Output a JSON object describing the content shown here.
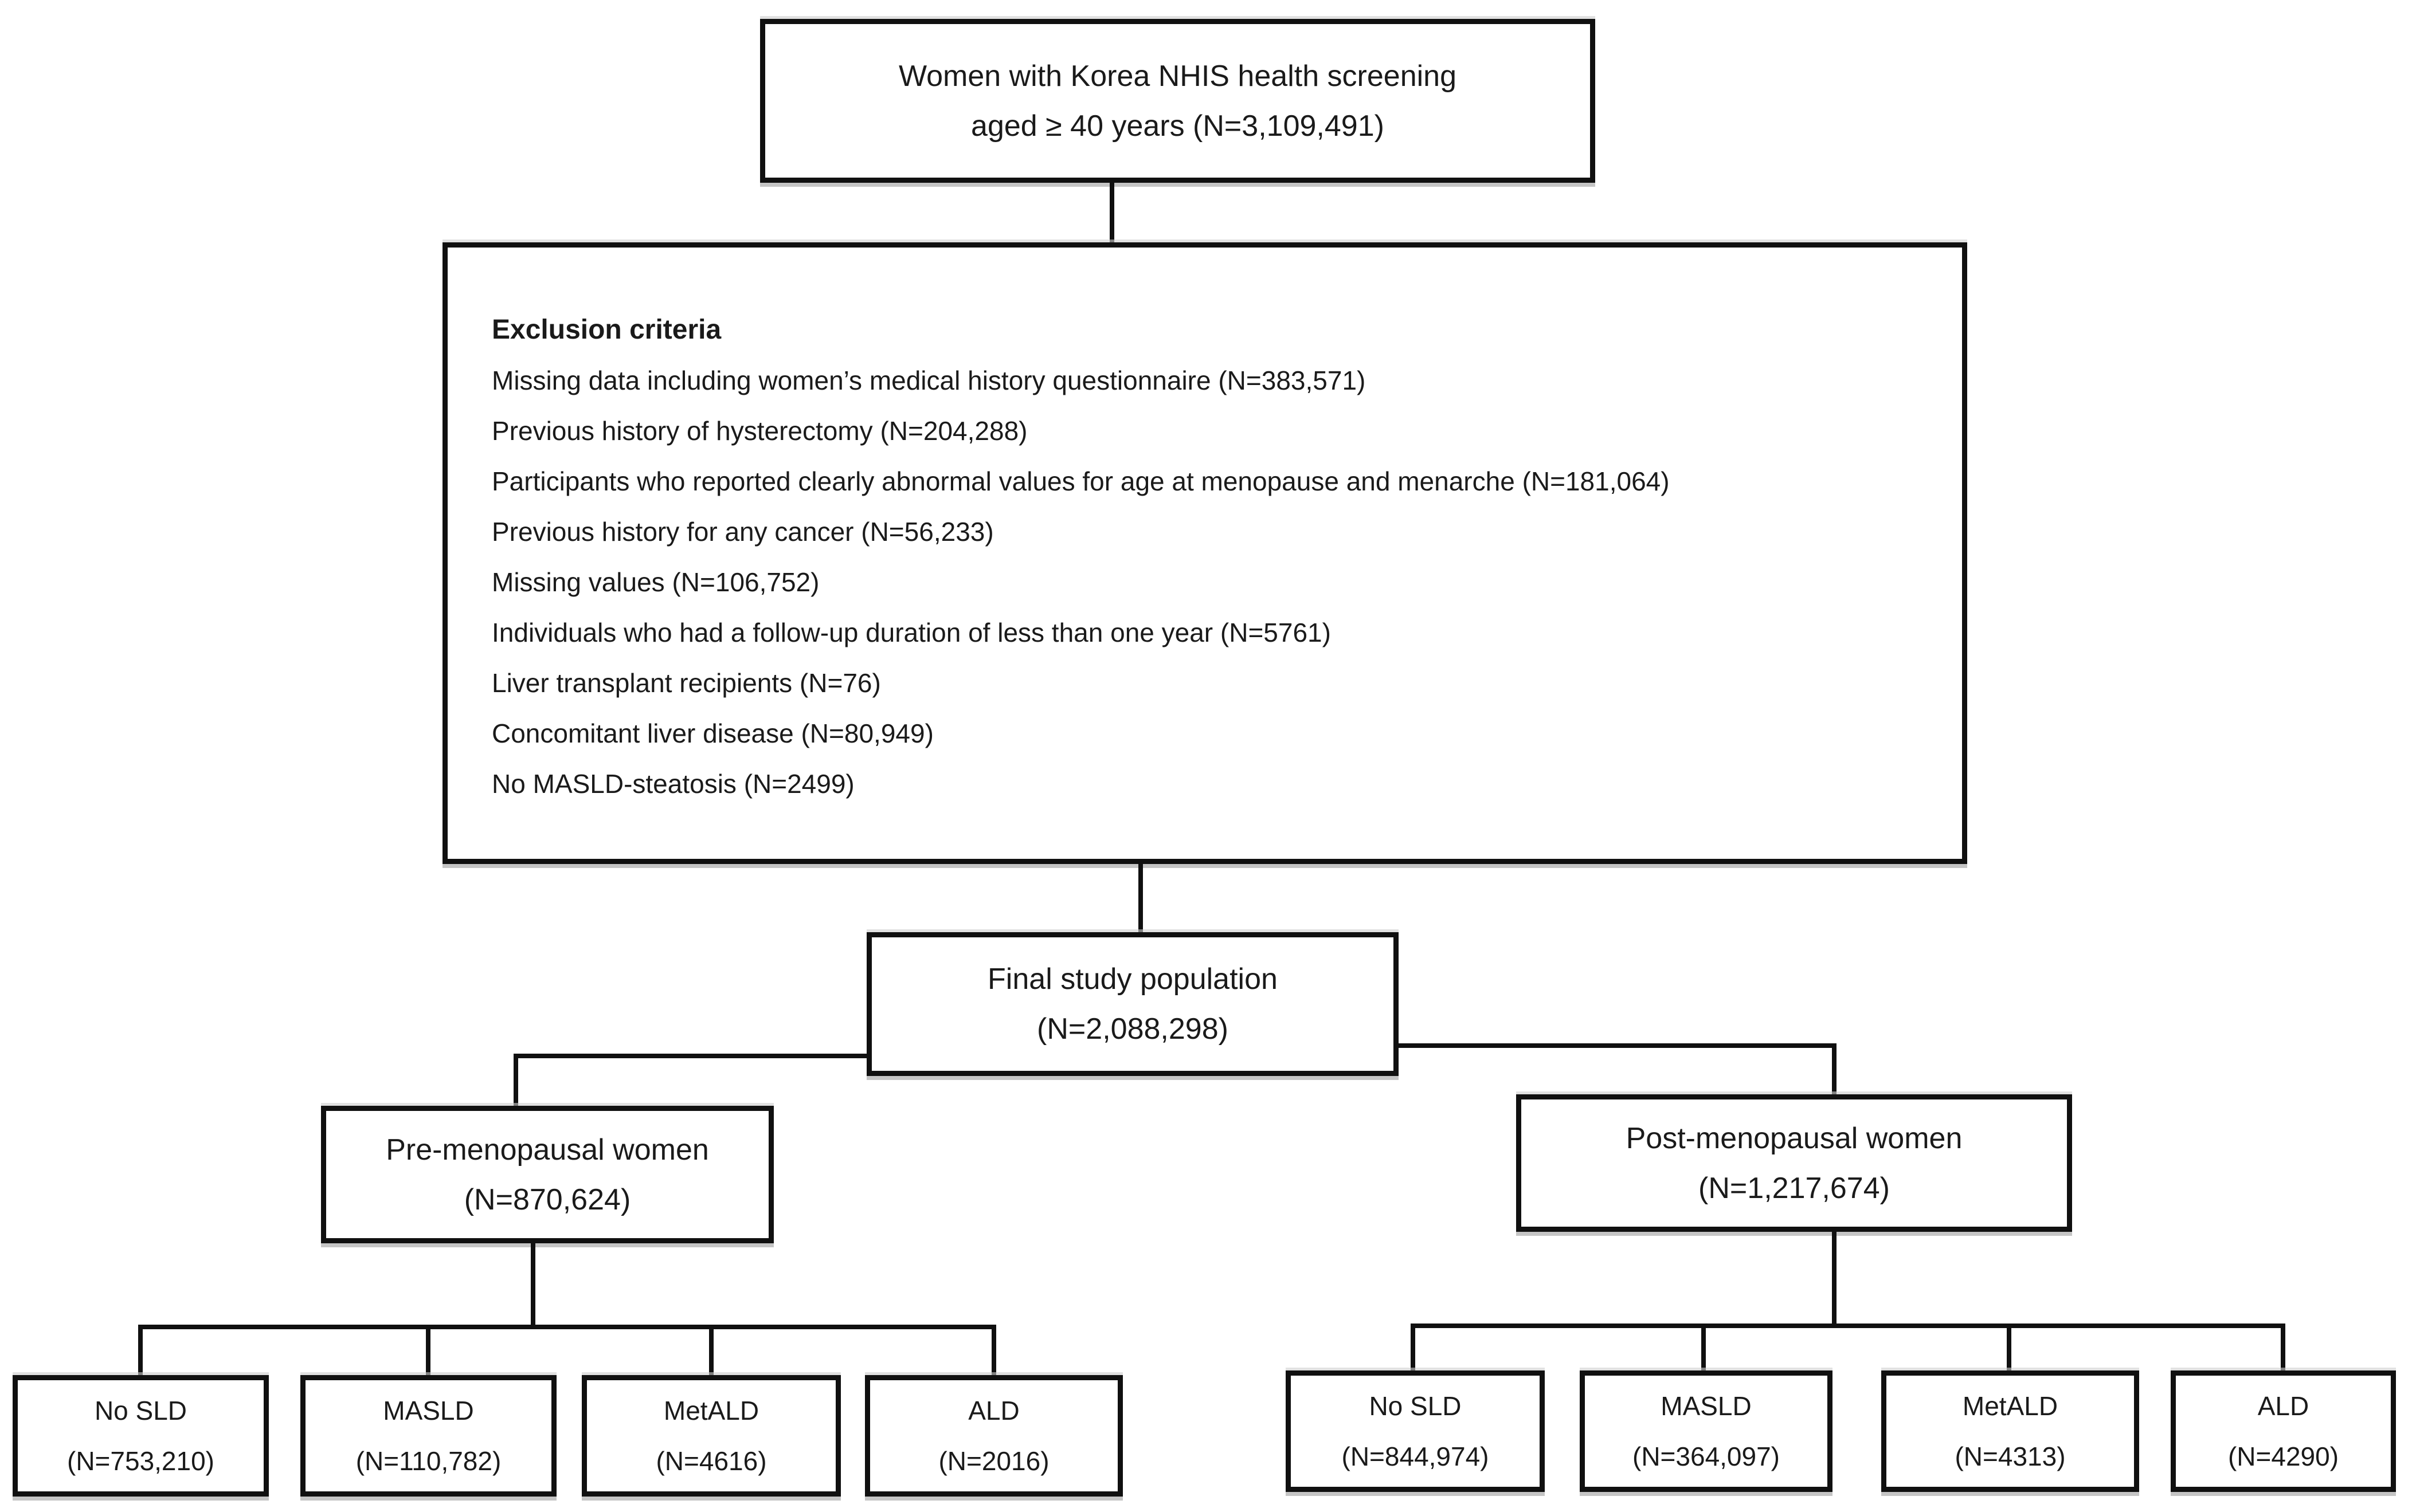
{
  "colors": {
    "background": "#ffffff",
    "line": "#101010",
    "text": "#1a1a1a"
  },
  "top_box": {
    "line1": "Women with Korea NHIS health screening",
    "line2": "aged ≥ 40 years (N=3,109,491)"
  },
  "exclusion_box": {
    "title": "Exclusion criteria",
    "items": [
      "Missing data including women’s medical history questionnaire (N=383,571)",
      "Previous history of hysterectomy (N=204,288)",
      "Participants who reported clearly abnormal values for age at menopause and menarche (N=181,064)",
      "Previous history for any cancer (N=56,233)",
      "Missing values (N=106,752)",
      "Individuals who had a follow-up duration of less than one year (N=5761)",
      "Liver transplant recipients (N=76)",
      "Concomitant liver disease (N=80,949)",
      "No MASLD-steatosis (N=2499)"
    ]
  },
  "final_box": {
    "line1": "Final study population",
    "line2": "(N=2,088,298)"
  },
  "branches": {
    "pre": {
      "line1": "Pre-menopausal women",
      "line2": "(N=870,624)",
      "children": [
        {
          "label": "No SLD",
          "n": "(N=753,210)"
        },
        {
          "label": "MASLD",
          "n": "(N=110,782)"
        },
        {
          "label": "MetALD",
          "n": "(N=4616)"
        },
        {
          "label": "ALD",
          "n": "(N=2016)"
        }
      ]
    },
    "post": {
      "line1": "Post-menopausal women",
      "line2": "(N=1,217,674)",
      "children": [
        {
          "label": "No SLD",
          "n": "(N=844,974)"
        },
        {
          "label": "MASLD",
          "n": "(N=364,097)"
        },
        {
          "label": "MetALD",
          "n": "(N=4313)"
        },
        {
          "label": "ALD",
          "n": "(N=4290)"
        }
      ]
    }
  }
}
